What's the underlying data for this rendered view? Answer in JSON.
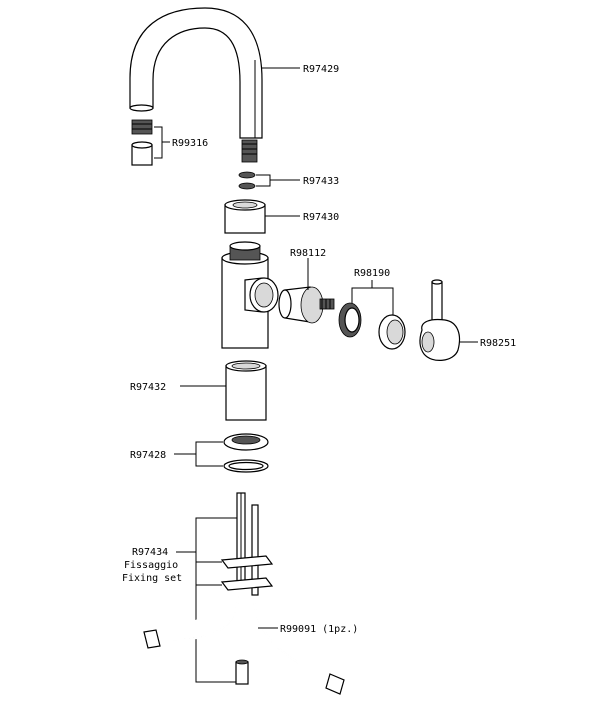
{
  "parts": {
    "spout": "R97429",
    "aerator": "R99316",
    "orings_spout": "R97433",
    "ring": "R97430",
    "cartridge": "R98112",
    "cartridge_ring": "R98190",
    "lever": "R98251",
    "sleeve": "R97432",
    "base_gasket": "R97428",
    "fixing_set_code": "R97434",
    "fixing_set_it": "Fissaggio",
    "fixing_set_en": "Fixing set",
    "hose": "R99091 (1pz.)"
  }
}
